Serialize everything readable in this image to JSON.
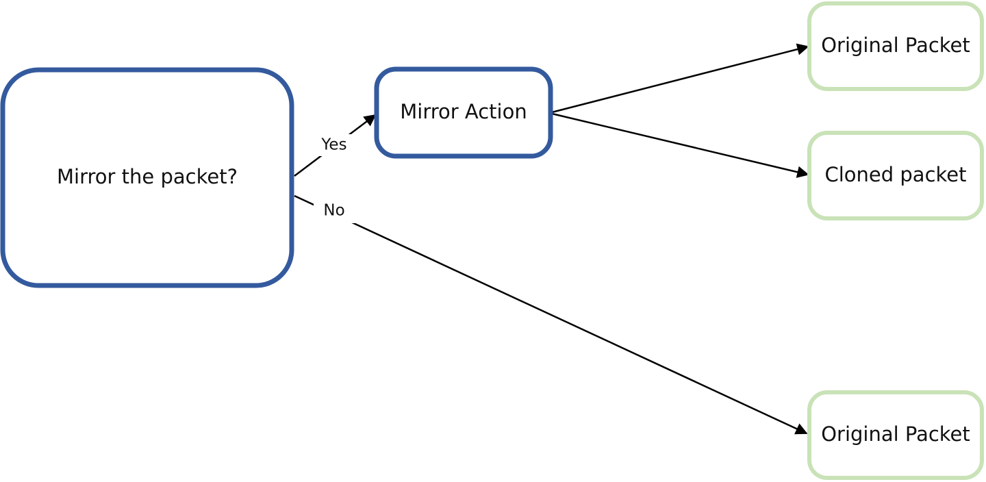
{
  "colors": {
    "decision_border": "#345a9e",
    "action_border": "#345a9e",
    "result_border": "#c9e2b7",
    "edge": "#000000"
  },
  "nodes": {
    "decision": {
      "label": "Mirror the packet?"
    },
    "mirror_action": {
      "label": "Mirror Action"
    },
    "original_packet_top": {
      "label": "Original Packet"
    },
    "cloned_packet": {
      "label": "Cloned packet"
    },
    "original_packet_bottom": {
      "label": "Original Packet"
    }
  },
  "edges": {
    "yes": {
      "label": "Yes"
    },
    "no": {
      "label": "No"
    }
  }
}
